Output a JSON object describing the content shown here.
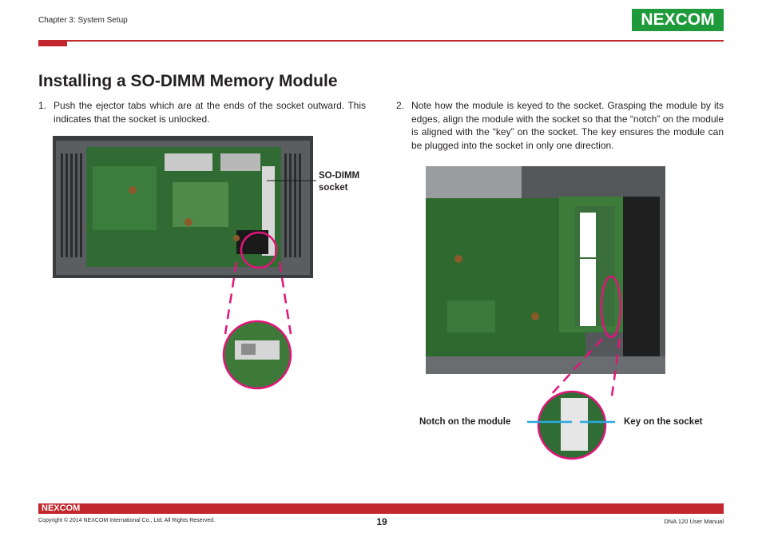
{
  "header": {
    "chapter": "Chapter 3: System Setup",
    "logo_text": "NEXCOM"
  },
  "page_title": "Installing a SO-DIMM Memory Module",
  "steps": [
    {
      "num": "1.",
      "text": "Push the ejector tabs which are at the ends of the socket outward. This indicates that the socket is unlocked."
    },
    {
      "num": "2.",
      "text": "Note how the module is keyed to the socket. Grasping the module by its edges, align the module with the socket so that the “notch” on the module is aligned with the “key” on the socket. The key ensures the module can be plugged into the socket in only one direction."
    }
  ],
  "figure1": {
    "label_line1": "SO-DIMM",
    "label_line2": "socket"
  },
  "figure2": {
    "notch_label": "Notch on the module",
    "key_label": "Key on the socket"
  },
  "footer": {
    "logo_text": "NEXCOM",
    "copyright": "Copyright © 2014 NEXCOM International Co., Ltd. All Rights Reserved.",
    "page_number": "19",
    "manual": "DNA 120 User Manual"
  },
  "colors": {
    "brand_red": "#c1272d",
    "brand_green": "#1e9a3a",
    "callout_magenta": "#e0157a",
    "marker_blue": "#29a9e0"
  }
}
